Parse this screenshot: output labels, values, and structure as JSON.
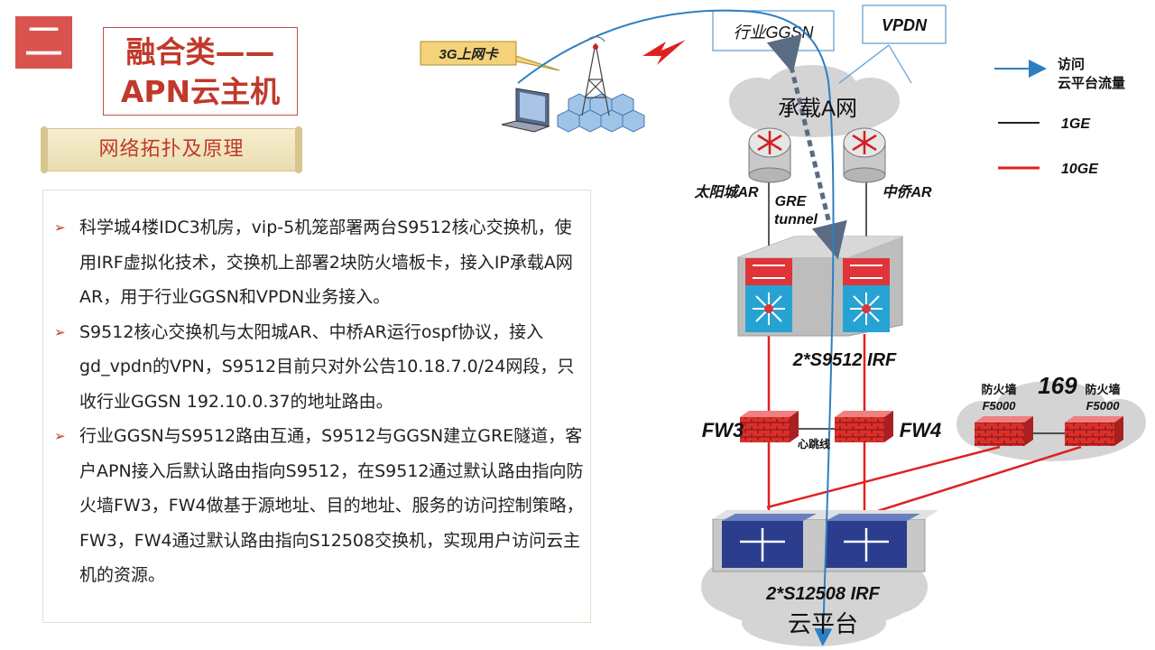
{
  "header": {
    "section_number": "二",
    "title_line1": "融合类——",
    "title_line2": "APN云主机",
    "subtitle": "网络拓扑及原理"
  },
  "bullets": [
    "科学城4楼IDC3机房，vip-5机笼部署两台S9512核心交换机，使用IRF虚拟化技术，交换机上部署2块防火墙板卡，接入IP承载A网AR，用于行业GGSN和VPDN业务接入。",
    "S9512核心交换机与太阳城AR、中桥AR运行ospf协议，接入gd_vpdn的VPN，S9512目前只对外公告10.18.7.0/24网段，只收行业GGSN 192.10.0.37的地址路由。",
    "行业GGSN与S9512路由互通，S9512与GGSN建立GRE隧道，客户APN接入后默认路由指向S9512，在S9512通过默认路由指向防火墙FW3，FW4做基于源地址、目的地址、服务的访问控制策略，FW3，FW4通过默认路由指向S12508交换机，实现用户访问云主机的资源。"
  ],
  "diagram": {
    "callout_3g": "3G上网卡",
    "ggsn": "行业GGSN",
    "vpdn": "VPDN",
    "bearer_net": "承载A网",
    "ar_left": "太阳城AR",
    "ar_right": "中侨AR",
    "gre_line1": "GRE",
    "gre_line2": "tunnel",
    "core_label": "2*S9512 IRF",
    "fw3": "FW3",
    "fw4": "FW4",
    "heartbeat": "心跳线",
    "net169": "169",
    "fw_left_line1": "防火墙",
    "fw_left_line2": "F5000",
    "fw_right_line1": "防火墙",
    "fw_right_line2": "F5000",
    "bottom_label": "2*S12508 IRF",
    "cloud_platform": "云平台"
  },
  "legend": {
    "flow_line1": "访问",
    "flow_line2": "云平台流量",
    "ge1": "1GE",
    "ge10": "10GE"
  },
  "colors": {
    "accent_red": "#d9534f",
    "flow_blue": "#2e7fc2",
    "link_red": "#e02020",
    "cloud_gray": "#d5d5d5",
    "firewall_red": "#d9302c"
  }
}
